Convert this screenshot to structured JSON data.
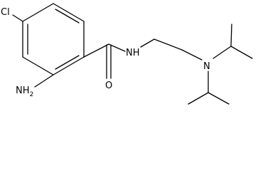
{
  "molecule": {
    "atom_labels": {
      "chloro": "Cl",
      "amino": "NH",
      "amino_subscript": "2",
      "amide_nitrogen": "NH",
      "carbonyl_oxygen": "O",
      "amine_nitrogen": "N"
    }
  },
  "colors": {
    "bond": "#000000",
    "text": "#000000",
    "background": "#ffffff"
  }
}
